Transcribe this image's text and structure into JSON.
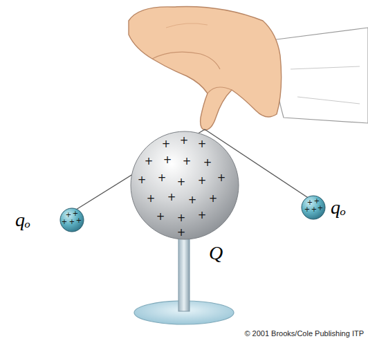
{
  "diagram": {
    "labels": [
      "qₒ",
      "qₒ",
      "Q",
      "© 2001 Brooks/Cole Publishing ITP"
    ]
  }
}
